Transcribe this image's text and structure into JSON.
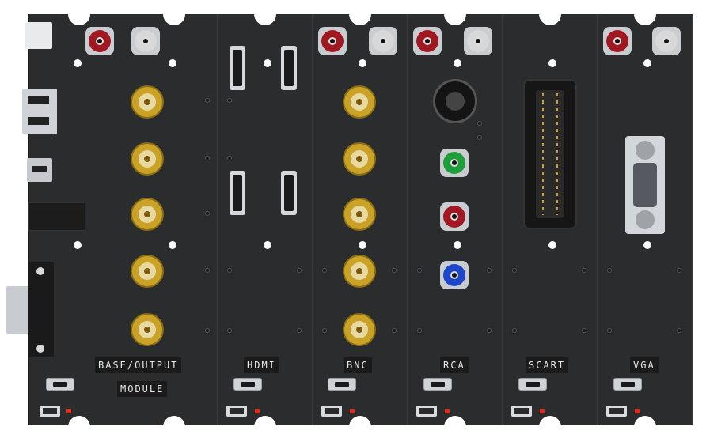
{
  "modules": [
    {
      "id": "base",
      "label_line1": "BASE/OUTPUT",
      "label_line2": "MODULE"
    },
    {
      "id": "hdmi",
      "label": "HDMI"
    },
    {
      "id": "bnc",
      "label": "BNC"
    },
    {
      "id": "rca",
      "label": "RCA"
    },
    {
      "id": "scart",
      "label": "SCART"
    },
    {
      "id": "vga",
      "label": "VGA"
    }
  ],
  "colors": {
    "panel": "#2b2c2e",
    "gold": "#c9a227",
    "rca_red": "#a01822",
    "rca_white": "#d8d8d8",
    "rca_green": "#1f9d3a",
    "rca_blue": "#1d46c8",
    "led": "#e02a20"
  },
  "icons": [
    "rca-jack-icon",
    "bnc-connector-icon",
    "hdmi-port-icon",
    "svideo-port-icon",
    "scart-port-icon",
    "vga-port-icon",
    "usb-port-icon",
    "dsub-port-icon",
    "switch-icon",
    "led-icon"
  ]
}
